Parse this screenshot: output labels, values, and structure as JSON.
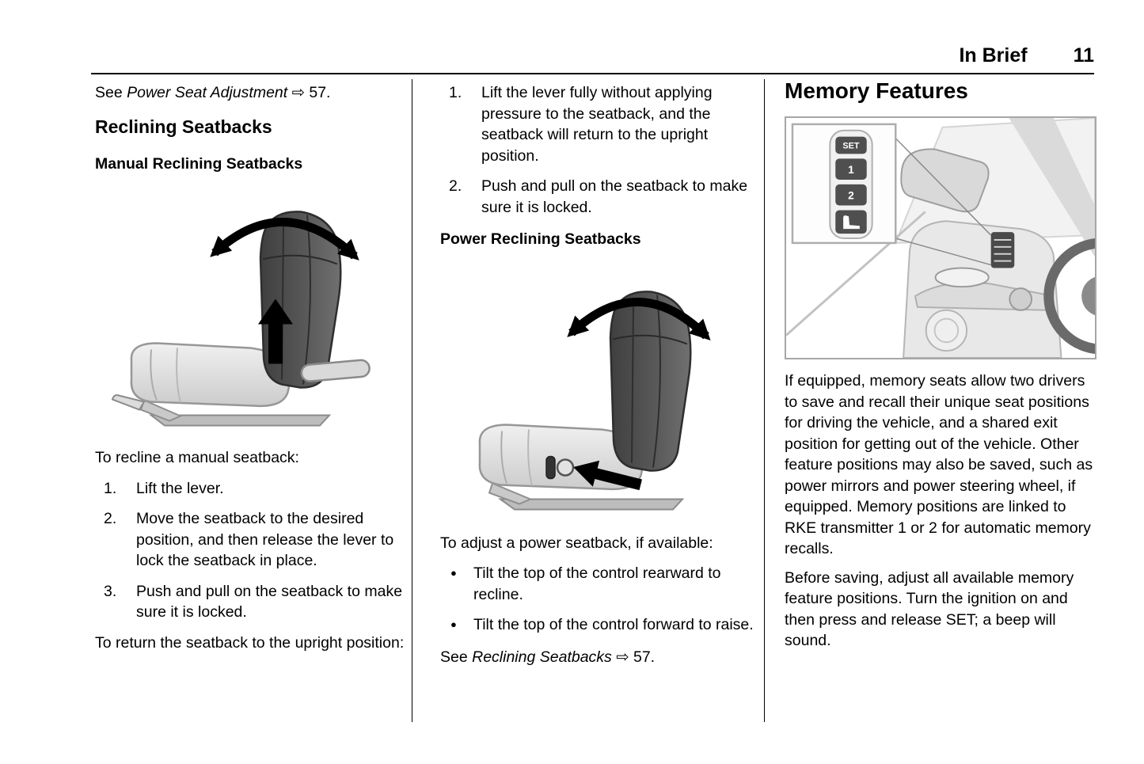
{
  "header": {
    "section": "In Brief",
    "page_number": "11"
  },
  "col1": {
    "ref_prefix": "See ",
    "ref_link": "Power Seat Adjustment",
    "ref_suffix": " ⇨ 57.",
    "heading": "Reclining Seatbacks",
    "subheading": "Manual Reclining Seatbacks",
    "intro": "To recline a manual seatback:",
    "steps": [
      {
        "num": "1.",
        "text": "Lift the lever."
      },
      {
        "num": "2.",
        "text": "Move the seatback to the desired position, and then release the lever to lock the seatback in place."
      },
      {
        "num": "3.",
        "text": "Push and pull on the seatback to make sure it is locked."
      }
    ],
    "outro": "To return the seatback to the upright position:"
  },
  "col2": {
    "steps": [
      {
        "num": "1.",
        "text": "Lift the lever fully without applying pressure to the seatback, and the seatback will return to the upright position."
      },
      {
        "num": "2.",
        "text": "Push and pull on the seatback to make sure it is locked."
      }
    ],
    "subheading": "Power Reclining Seatbacks",
    "intro": "To adjust a power seatback, if available:",
    "bullets": [
      {
        "text": "Tilt the top of the control rearward to recline."
      },
      {
        "text": "Tilt the top of the control forward to raise."
      }
    ],
    "ref_prefix": "See ",
    "ref_link": "Reclining Seatbacks",
    "ref_suffix": " ⇨ 57."
  },
  "col3": {
    "heading": "Memory Features",
    "memory_panel": {
      "set_label": "SET",
      "btn1_label": "1",
      "btn2_label": "2"
    },
    "para1": "If equipped, memory seats allow two drivers to save and recall their unique seat positions for driving the vehicle, and a shared exit position for getting out of the vehicle. Other feature positions may also be saved, such as power mirrors and power steering wheel, if equipped. Memory positions are linked to RKE transmitter 1 or 2 for automatic memory recalls.",
    "para2": "Before saving, adjust all available memory feature positions. Turn the ignition on and then press and release SET; a beep will sound."
  }
}
